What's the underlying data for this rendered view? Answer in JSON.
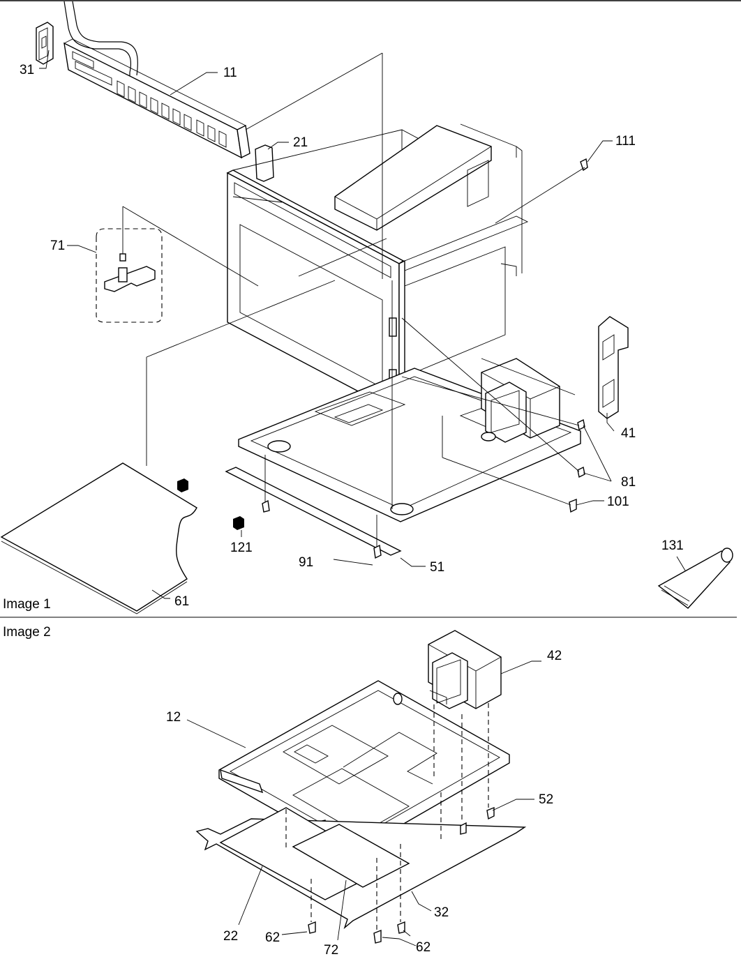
{
  "sections": {
    "image1": "Image 1",
    "image2": "Image 2"
  },
  "callouts": {
    "c11": "11",
    "c21": "21",
    "c31": "31",
    "c41": "41",
    "c51": "51",
    "c61": "61",
    "c71": "71",
    "c81": "81",
    "c91": "91",
    "c101": "101",
    "c111": "111",
    "c121": "121",
    "c131": "131",
    "c12": "12",
    "c22": "22",
    "c32": "32",
    "c42": "42",
    "c52": "52",
    "c62a": "62",
    "c62b": "62",
    "c72": "72"
  }
}
